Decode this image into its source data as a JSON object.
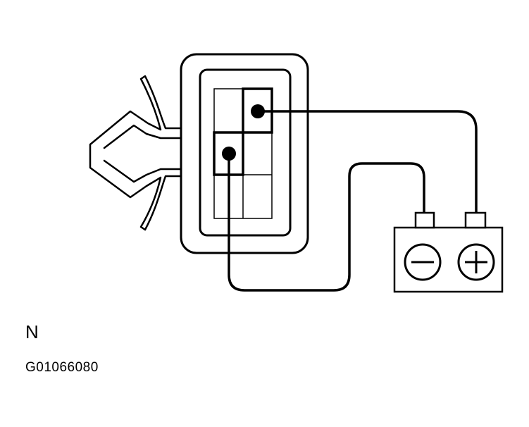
{
  "figure": {
    "view_letter": "N",
    "code": "G01066080"
  },
  "colors": {
    "ink": "#000000",
    "paper": "#ffffff"
  },
  "icons": {
    "battery_negative": "minus-sign",
    "battery_positive": "plus-sign"
  }
}
